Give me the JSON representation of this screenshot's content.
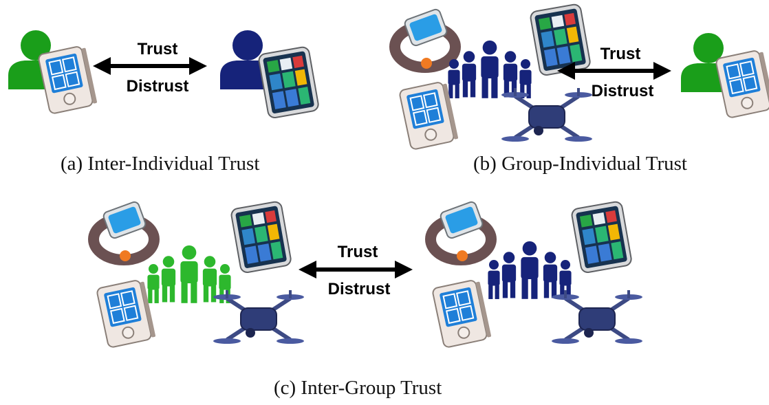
{
  "panels": {
    "a": {
      "caption": "(a) Inter-Individual Trust",
      "trust_label": "Trust",
      "distrust_label": "Distrust"
    },
    "b": {
      "caption": "(b) Group-Individual Trust",
      "trust_label": "Trust",
      "distrust_label": "Distrust"
    },
    "c": {
      "caption": "(c) Inter-Group Trust",
      "trust_label": "Trust",
      "distrust_label": "Distrust"
    }
  },
  "colors": {
    "green_actor": "#1a9e1a",
    "navy_actor": "#16237a",
    "arrow": "#000000",
    "watch_band": "#6b5152",
    "thermostat_body": "#efe7e2",
    "screen_blue": "#1f7fd8",
    "drone_body": "#2f3d78"
  },
  "icons": [
    "person-icon",
    "group-icon",
    "smartwatch-icon",
    "tablet-icon",
    "thermostat-icon",
    "drone-icon",
    "double-arrow-icon"
  ]
}
